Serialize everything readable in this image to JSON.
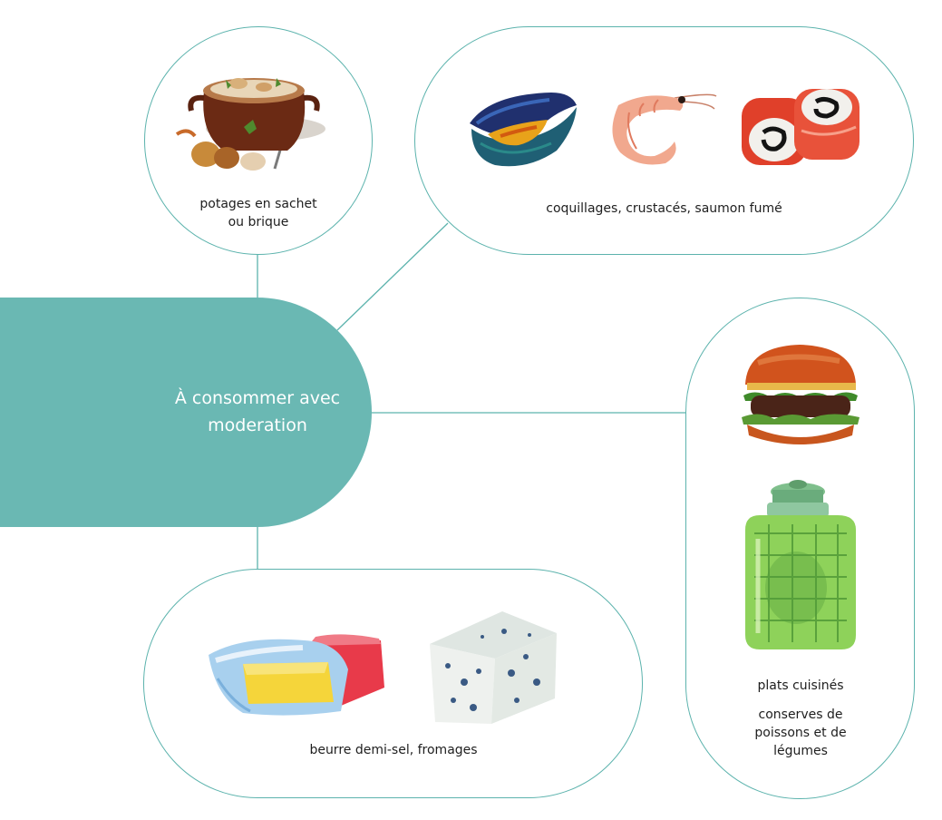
{
  "hub": {
    "title": "À consommer avec moderation"
  },
  "bubbles": {
    "potages": {
      "caption_line1": "potages en sachet",
      "caption_line2": "ou brique",
      "icon": "soup-pot-icon"
    },
    "fruits_de_mer": {
      "caption": "coquillages, crustacés, saumon fumé",
      "icons": [
        "mussel-icon",
        "shrimp-icon",
        "salmon-maki-icon"
      ]
    },
    "plats": {
      "caption_main": "plats cuisinés",
      "caption_line1": "conserves de",
      "caption_line2": "poissons et de",
      "caption_line3": "légumes",
      "icons": [
        "burger-icon",
        "glass-jar-icon"
      ]
    },
    "laitiers": {
      "caption": "beurre demi-sel, fromages",
      "icons": [
        "butter-pack-icon",
        "blue-cheese-icon"
      ]
    }
  },
  "colors": {
    "teal": "#6ab8b3",
    "outline": "#5cb3ad",
    "text": "#1e1e1e"
  }
}
